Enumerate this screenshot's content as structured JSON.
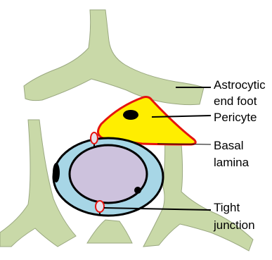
{
  "labels": {
    "astrocytic_line1": "Astrocytic",
    "astrocytic_line2": "end foot",
    "pericyte": "Pericyte",
    "basal_line1": "Basal",
    "basal_line2": "lamina",
    "tight_line1": "Tight",
    "tight_line2": "junction"
  },
  "colors": {
    "astrocyte_fill": "#c9d9a8",
    "astrocyte_stroke": "#9aa880",
    "pericyte_fill": "#ffee00",
    "pericyte_stroke": "#e5140f",
    "endothelium_fill": "#a7d6e6",
    "lumen_fill": "#cdc2dd",
    "nucleus_fill": "#000000",
    "junction_fill": "#e8e0ea",
    "junction_stroke": "#e5140f",
    "line": "#000000"
  }
}
